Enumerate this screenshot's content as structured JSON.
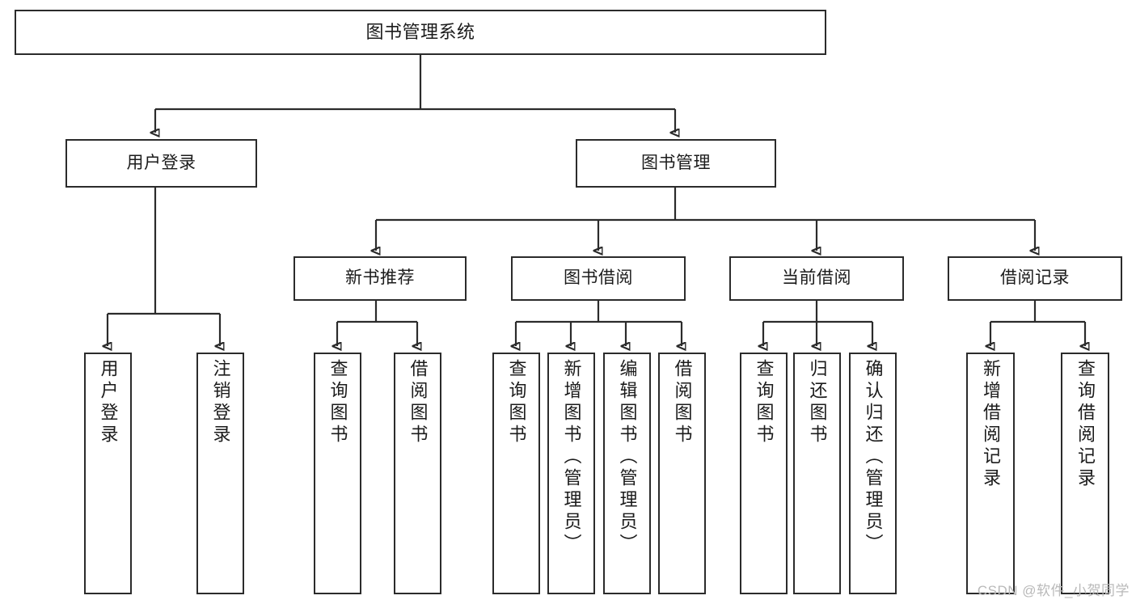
{
  "diagram": {
    "title": "图书管理系统",
    "watermark": "CSDN @软件_小贺同学",
    "colors": {
      "stroke": "#2b2b2b",
      "fill": "#ffffff",
      "text": "#1b1b1b",
      "watermark": "#b9b9b9"
    },
    "root": {
      "label": "图书管理系统"
    },
    "level2": [
      {
        "label": "用户登录"
      },
      {
        "label": "图书管理"
      }
    ],
    "level3": [
      {
        "label": "新书推荐"
      },
      {
        "label": "图书借阅"
      },
      {
        "label": "当前借阅"
      },
      {
        "label": "借阅记录"
      }
    ],
    "leaves": {
      "user_login": [
        {
          "label": "用户登录"
        },
        {
          "label": "注销登录"
        }
      ],
      "new_book": [
        {
          "label": "查询图书"
        },
        {
          "label": "借阅图书"
        }
      ],
      "book_borrow": [
        {
          "label": "查询图书"
        },
        {
          "label": "新增图书（管理员）"
        },
        {
          "label": "编辑图书（管理员）"
        },
        {
          "label": "借阅图书"
        }
      ],
      "current_borrow": [
        {
          "label": "查询图书"
        },
        {
          "label": "归还图书"
        },
        {
          "label": "确认归还（管理员）"
        }
      ],
      "borrow_record": [
        {
          "label": "新增借阅记录"
        },
        {
          "label": "查询借阅记录"
        }
      ]
    }
  }
}
